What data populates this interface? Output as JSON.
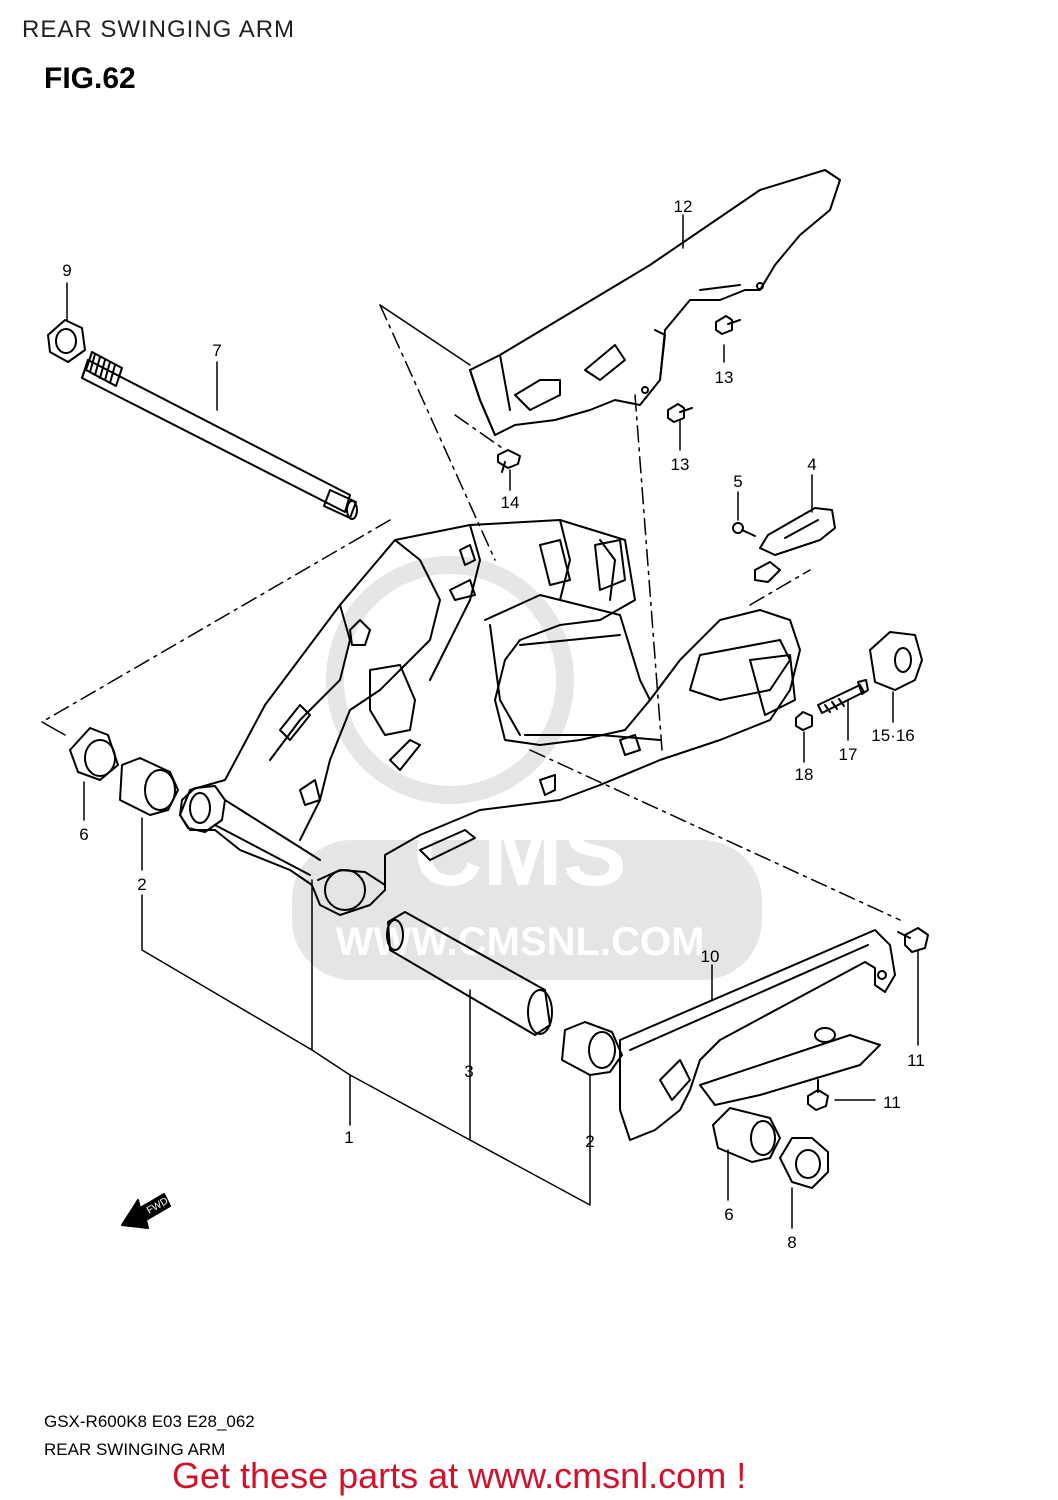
{
  "header": {
    "section_title": "REAR SWINGING ARM",
    "figure_label": "FIG.62"
  },
  "footer": {
    "model_code": "GSX-R600K8 E03 E28_062",
    "diagram_name": "REAR SWINGING ARM",
    "call_to_action": "Get these parts at www.cmsnl.com !"
  },
  "watermark": {
    "logo_text": "CMS",
    "url_text": "WWW.CMSNL.COM"
  },
  "direction_marker": {
    "label": "FWD"
  },
  "callouts": [
    {
      "id": "c-1",
      "label": "1"
    },
    {
      "id": "c-2a",
      "label": "2"
    },
    {
      "id": "c-2b",
      "label": "2"
    },
    {
      "id": "c-3",
      "label": "3"
    },
    {
      "id": "c-4",
      "label": "4"
    },
    {
      "id": "c-5",
      "label": "5"
    },
    {
      "id": "c-6a",
      "label": "6"
    },
    {
      "id": "c-6b",
      "label": "6"
    },
    {
      "id": "c-7",
      "label": "7"
    },
    {
      "id": "c-8",
      "label": "8"
    },
    {
      "id": "c-9",
      "label": "9"
    },
    {
      "id": "c-10",
      "label": "10"
    },
    {
      "id": "c-11a",
      "label": "11"
    },
    {
      "id": "c-11b",
      "label": "11"
    },
    {
      "id": "c-12",
      "label": "12"
    },
    {
      "id": "c-13a",
      "label": "13"
    },
    {
      "id": "c-13b",
      "label": "13"
    },
    {
      "id": "c-14",
      "label": "14"
    },
    {
      "id": "c-15-16",
      "label": "15·16"
    },
    {
      "id": "c-17",
      "label": "17"
    },
    {
      "id": "c-18",
      "label": "18"
    }
  ]
}
